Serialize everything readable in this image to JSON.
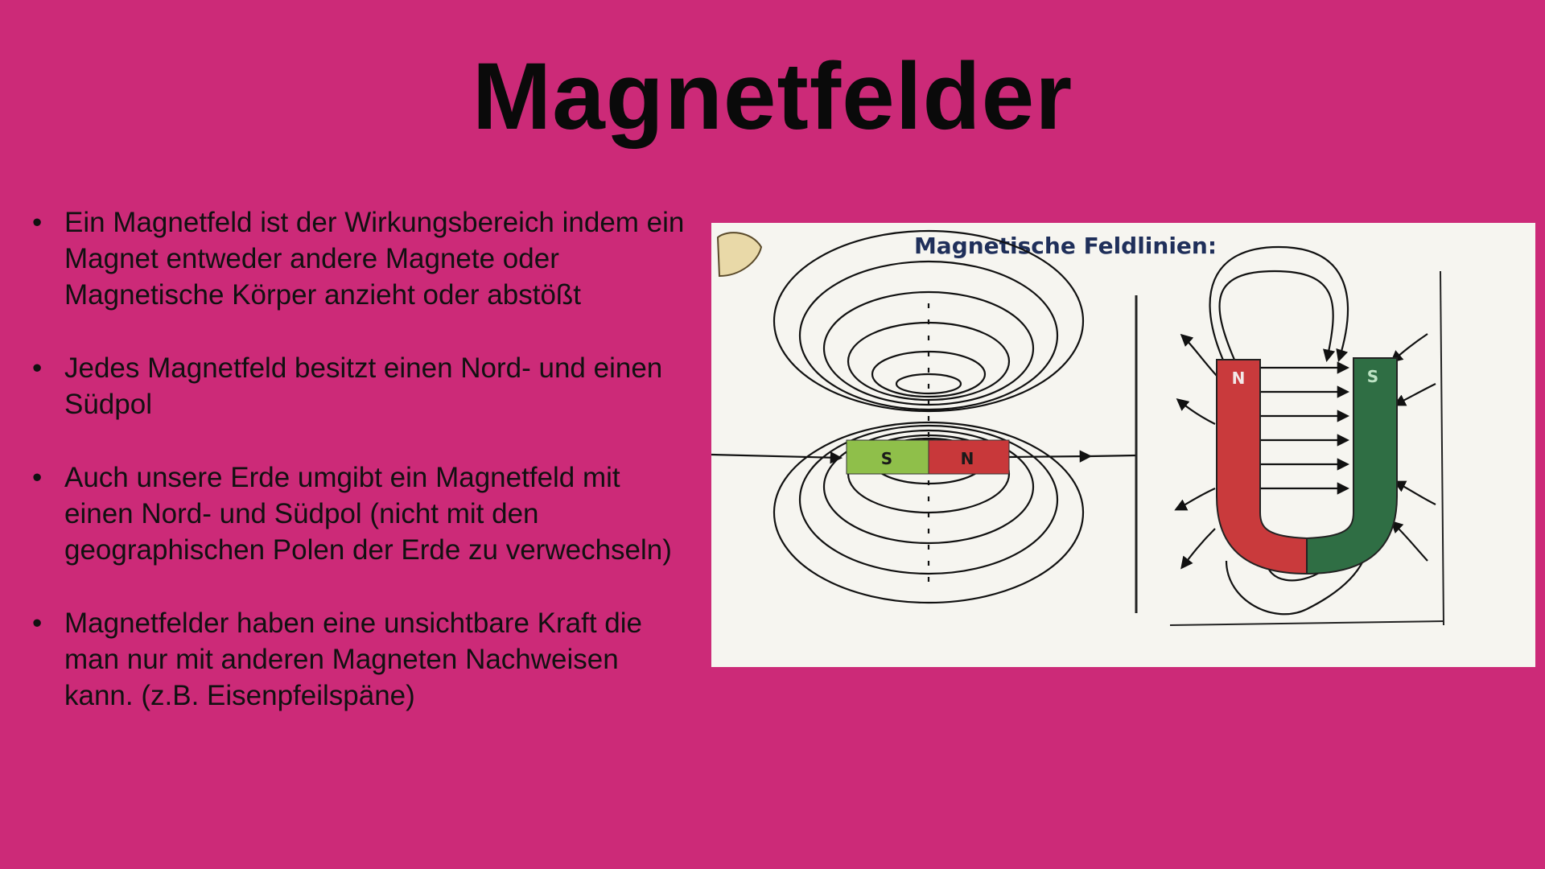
{
  "slide": {
    "title": "Magnetfelder",
    "bullets": [
      "Ein Magnetfeld ist der Wirkungsbereich indem ein Magnet entweder andere Magnete oder Magnetische Körper anzieht oder abstößt",
      "Jedes Magnetfeld besitzt einen Nord- und einen Südpol",
      "Auch unsere Erde umgibt ein Magnetfeld mit einen Nord- und Südpol (nicht mit den geographischen Polen der Erde zu verwechseln)",
      "Magnetfelder haben eine unsichtbare Kraft die man nur mit anderen Magneten Nachweisen kann. (z.B. Eisenpfeilspäne)"
    ]
  },
  "figure": {
    "heading": "Magnetische Feldlinien:",
    "bar_magnet": {
      "left_pole": "S",
      "right_pole": "N"
    },
    "horseshoe_magnet": {
      "left_pole": "N",
      "right_pole": "S"
    }
  },
  "colors": {
    "background": "#cc2a78",
    "pole_green": "#8fbf4a",
    "pole_red": "#c8383a",
    "horseshoe_red": "#c93a3c",
    "horseshoe_green": "#2f6e44"
  }
}
